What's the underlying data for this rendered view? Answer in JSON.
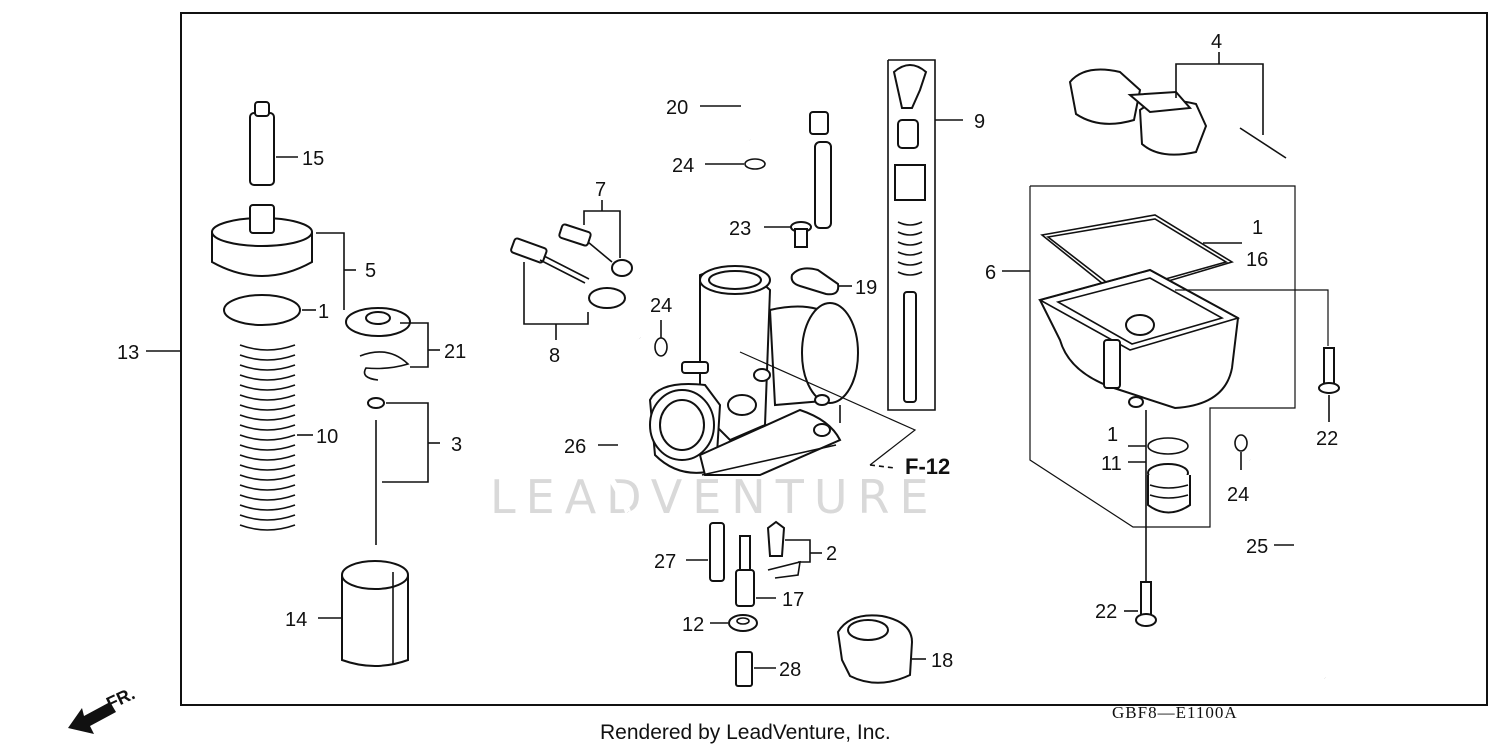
{
  "diagram": {
    "code": "GBF8—E1100A",
    "footer": "Rendered by LeadVenture, Inc.",
    "watermark": "LEADVENTURE",
    "direction_label": "FR.",
    "reference": "F-12",
    "callouts": [
      "1",
      "2",
      "3",
      "4",
      "5",
      "6",
      "7",
      "8",
      "9",
      "10",
      "11",
      "12",
      "13",
      "14",
      "15",
      "16",
      "17",
      "18",
      "19",
      "20",
      "21",
      "22",
      "23",
      "24",
      "25",
      "26",
      "27",
      "28"
    ]
  }
}
